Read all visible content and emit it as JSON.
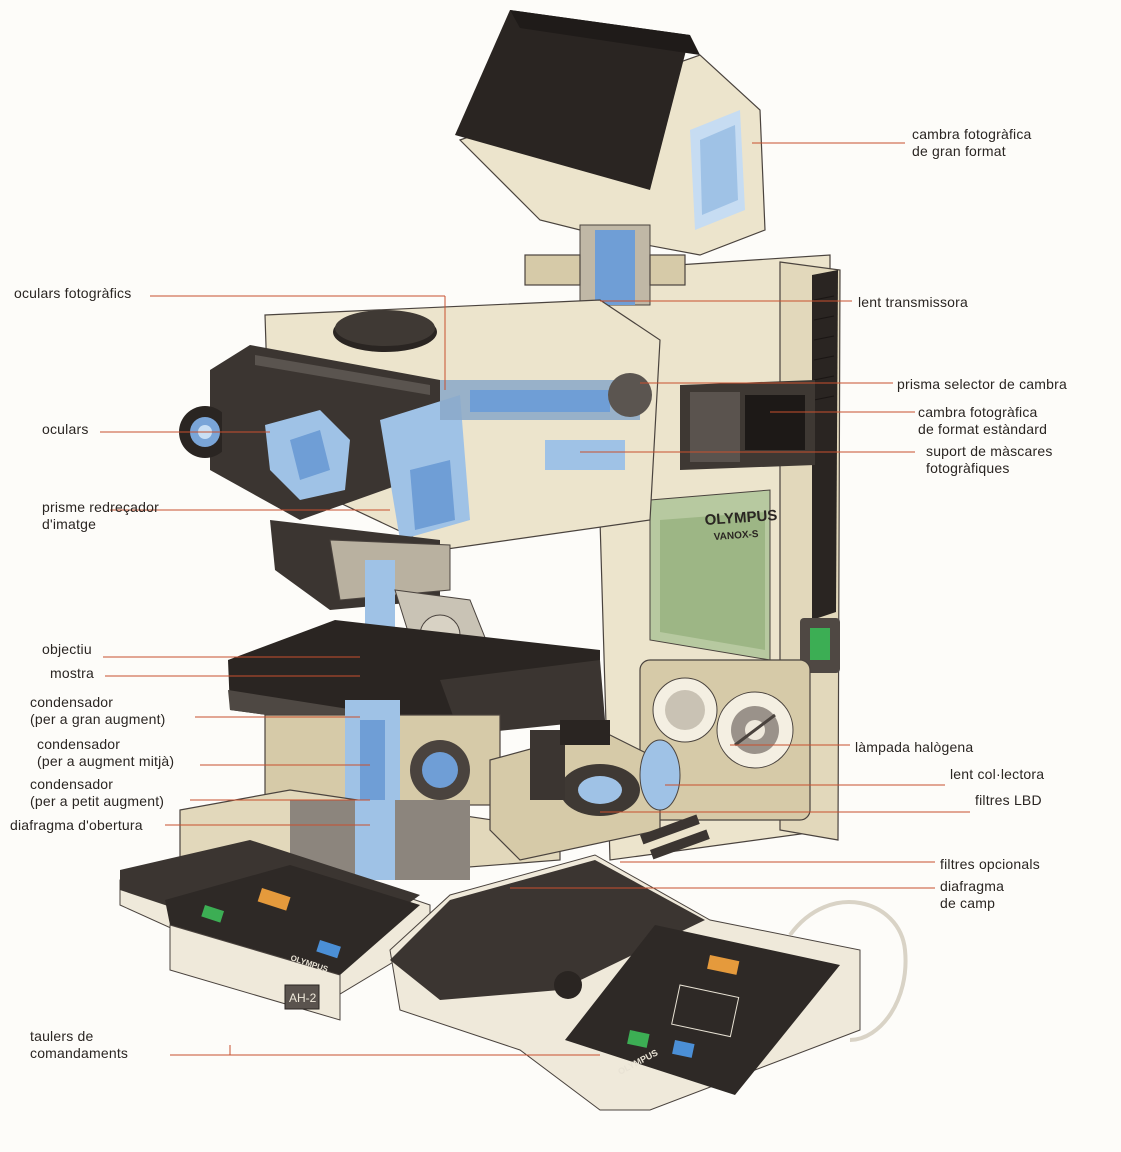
{
  "labels": {
    "large_camera": [
      "cambra fotogràfica",
      "de gran format"
    ],
    "photo_eyepieces": [
      "oculars fotogràfics"
    ],
    "transmitting_lens": [
      "lent transmissora"
    ],
    "camera_selector_prism": [
      "prisma selector de cambra"
    ],
    "standard_camera": [
      "cambra fotogràfica",
      "de format estàndard"
    ],
    "mask_holder": [
      "suport de màscares",
      "fotogràfiques"
    ],
    "eyepieces": [
      "oculars"
    ],
    "erecting_prism": [
      "prisme redreçador",
      "d'imatge"
    ],
    "objective": [
      "objectiu"
    ],
    "specimen": [
      "mostra"
    ],
    "condenser_high": [
      "condensador",
      "(per a gran augment)"
    ],
    "condenser_mid": [
      "condensador",
      "(per a augment mitjà)"
    ],
    "condenser_low": [
      "condensador",
      "(per a petit augment)"
    ],
    "aperture_diaphragm": [
      "diafragma d'obertura"
    ],
    "halogen_lamp": [
      "làmpada halògena"
    ],
    "collector_lens": [
      "lent col·lectora"
    ],
    "lbd_filters": [
      "filtres LBD"
    ],
    "optional_filters": [
      "filtres opcionals"
    ],
    "field_diaphragm": [
      "diafragma",
      "de camp"
    ],
    "control_panels": [
      "taulers de",
      "comandaments"
    ]
  },
  "brand": {
    "logo": "OLYMPUS",
    "model": "VANOX-S",
    "panel_logo": "OLYMPUS",
    "tag": "AH-2"
  },
  "colors": {
    "leader_line": "#c8502e",
    "body_cream": "#ece4cc",
    "optics_blue": "#9fc2e6",
    "dark_housing": "#3b3531"
  }
}
